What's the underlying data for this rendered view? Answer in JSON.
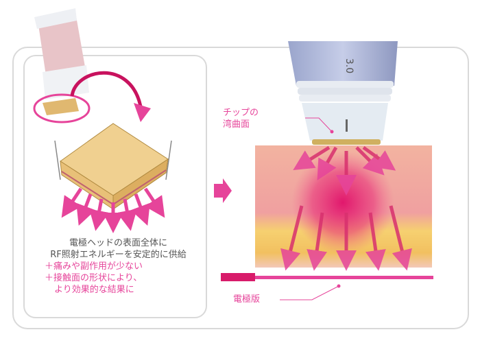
{
  "left_panel": {
    "line1": "電極ヘッドの表面全体に",
    "line2": "RF照射エネルギーを安定的に供給",
    "benefit1": "＋痛みや副作用が少ない",
    "benefit2a": "＋接触面の形状により、",
    "benefit2b": "より効果的な結果に"
  },
  "right_panel": {
    "tip_label_1": "チップの",
    "tip_label_2": "湾曲面",
    "handpiece_marking": "3.0",
    "electrode_label": "電極版"
  },
  "colors": {
    "accent": "#e6449a",
    "border": "#d9d9d9"
  }
}
